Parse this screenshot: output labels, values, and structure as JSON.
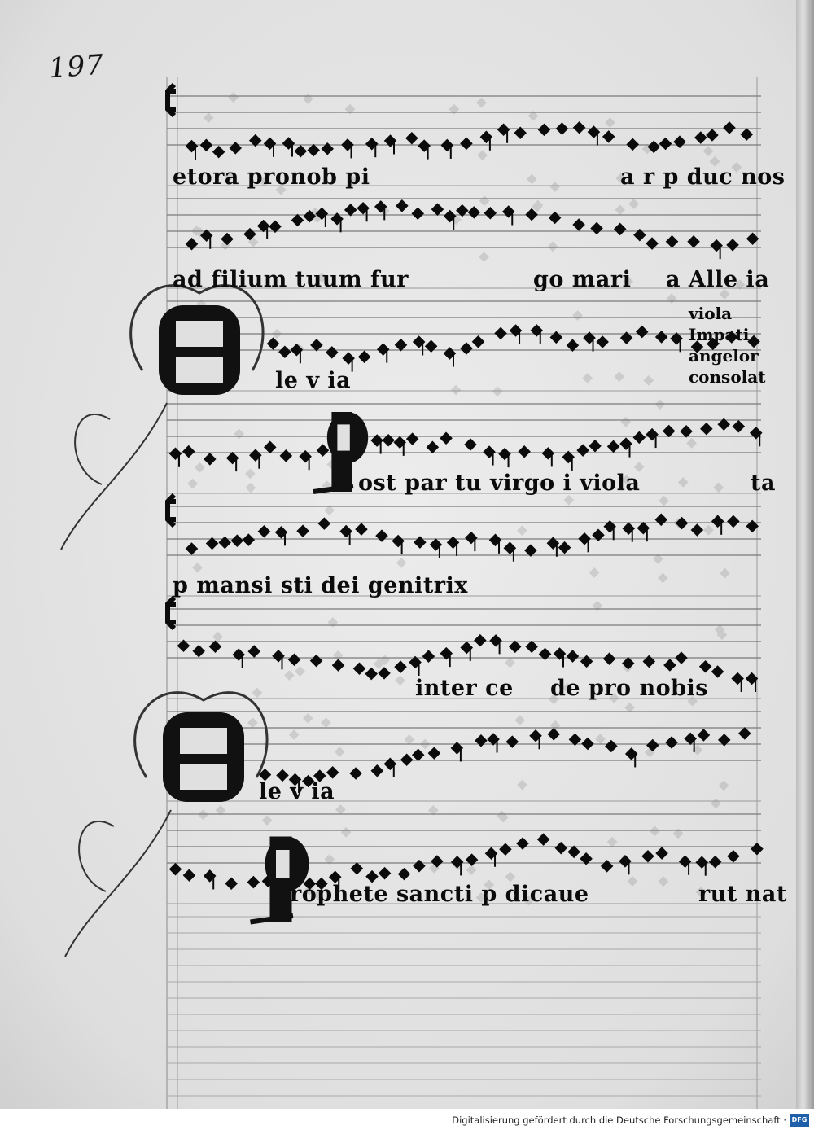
{
  "manuscript": {
    "folio_number": "197",
    "lyrics": [
      {
        "id": "l1a",
        "text": "etora pronob pi"
      },
      {
        "id": "l1b",
        "text": "a r p duc nos"
      },
      {
        "id": "l2a",
        "text": "ad filium tuum fur"
      },
      {
        "id": "l2b",
        "text": "go mari"
      },
      {
        "id": "l2c",
        "text": "a Alle ia"
      },
      {
        "id": "l3a",
        "text": "le v ia"
      },
      {
        "id": "l4a",
        "text": "ost par tu virgo i viola"
      },
      {
        "id": "l4b",
        "text": "ta"
      },
      {
        "id": "l5a",
        "text": "p mansi sti dei genitrix"
      },
      {
        "id": "l6a",
        "text": "inter ce"
      },
      {
        "id": "l6b",
        "text": "de pro nobis"
      },
      {
        "id": "l7a",
        "text": "le v ia"
      },
      {
        "id": "l8a",
        "text": "rophete sancti p dicaue"
      },
      {
        "id": "l8b",
        "text": "rut nat"
      }
    ],
    "margin_note": [
      "viola",
      "Impati",
      "angelor",
      "consolat"
    ],
    "initials": [
      "A",
      "P",
      "A",
      "P"
    ]
  },
  "footer": {
    "credit": "Digitalisierung gefördert durch die Deutsche Forschungsgemeinschaft ·",
    "logo": "DFG"
  },
  "colors": {
    "ink": "#0b0b0b",
    "parchment": "#e6e6e6",
    "rule": "#7a7a7a",
    "logo_blue": "#1d5fa8"
  }
}
